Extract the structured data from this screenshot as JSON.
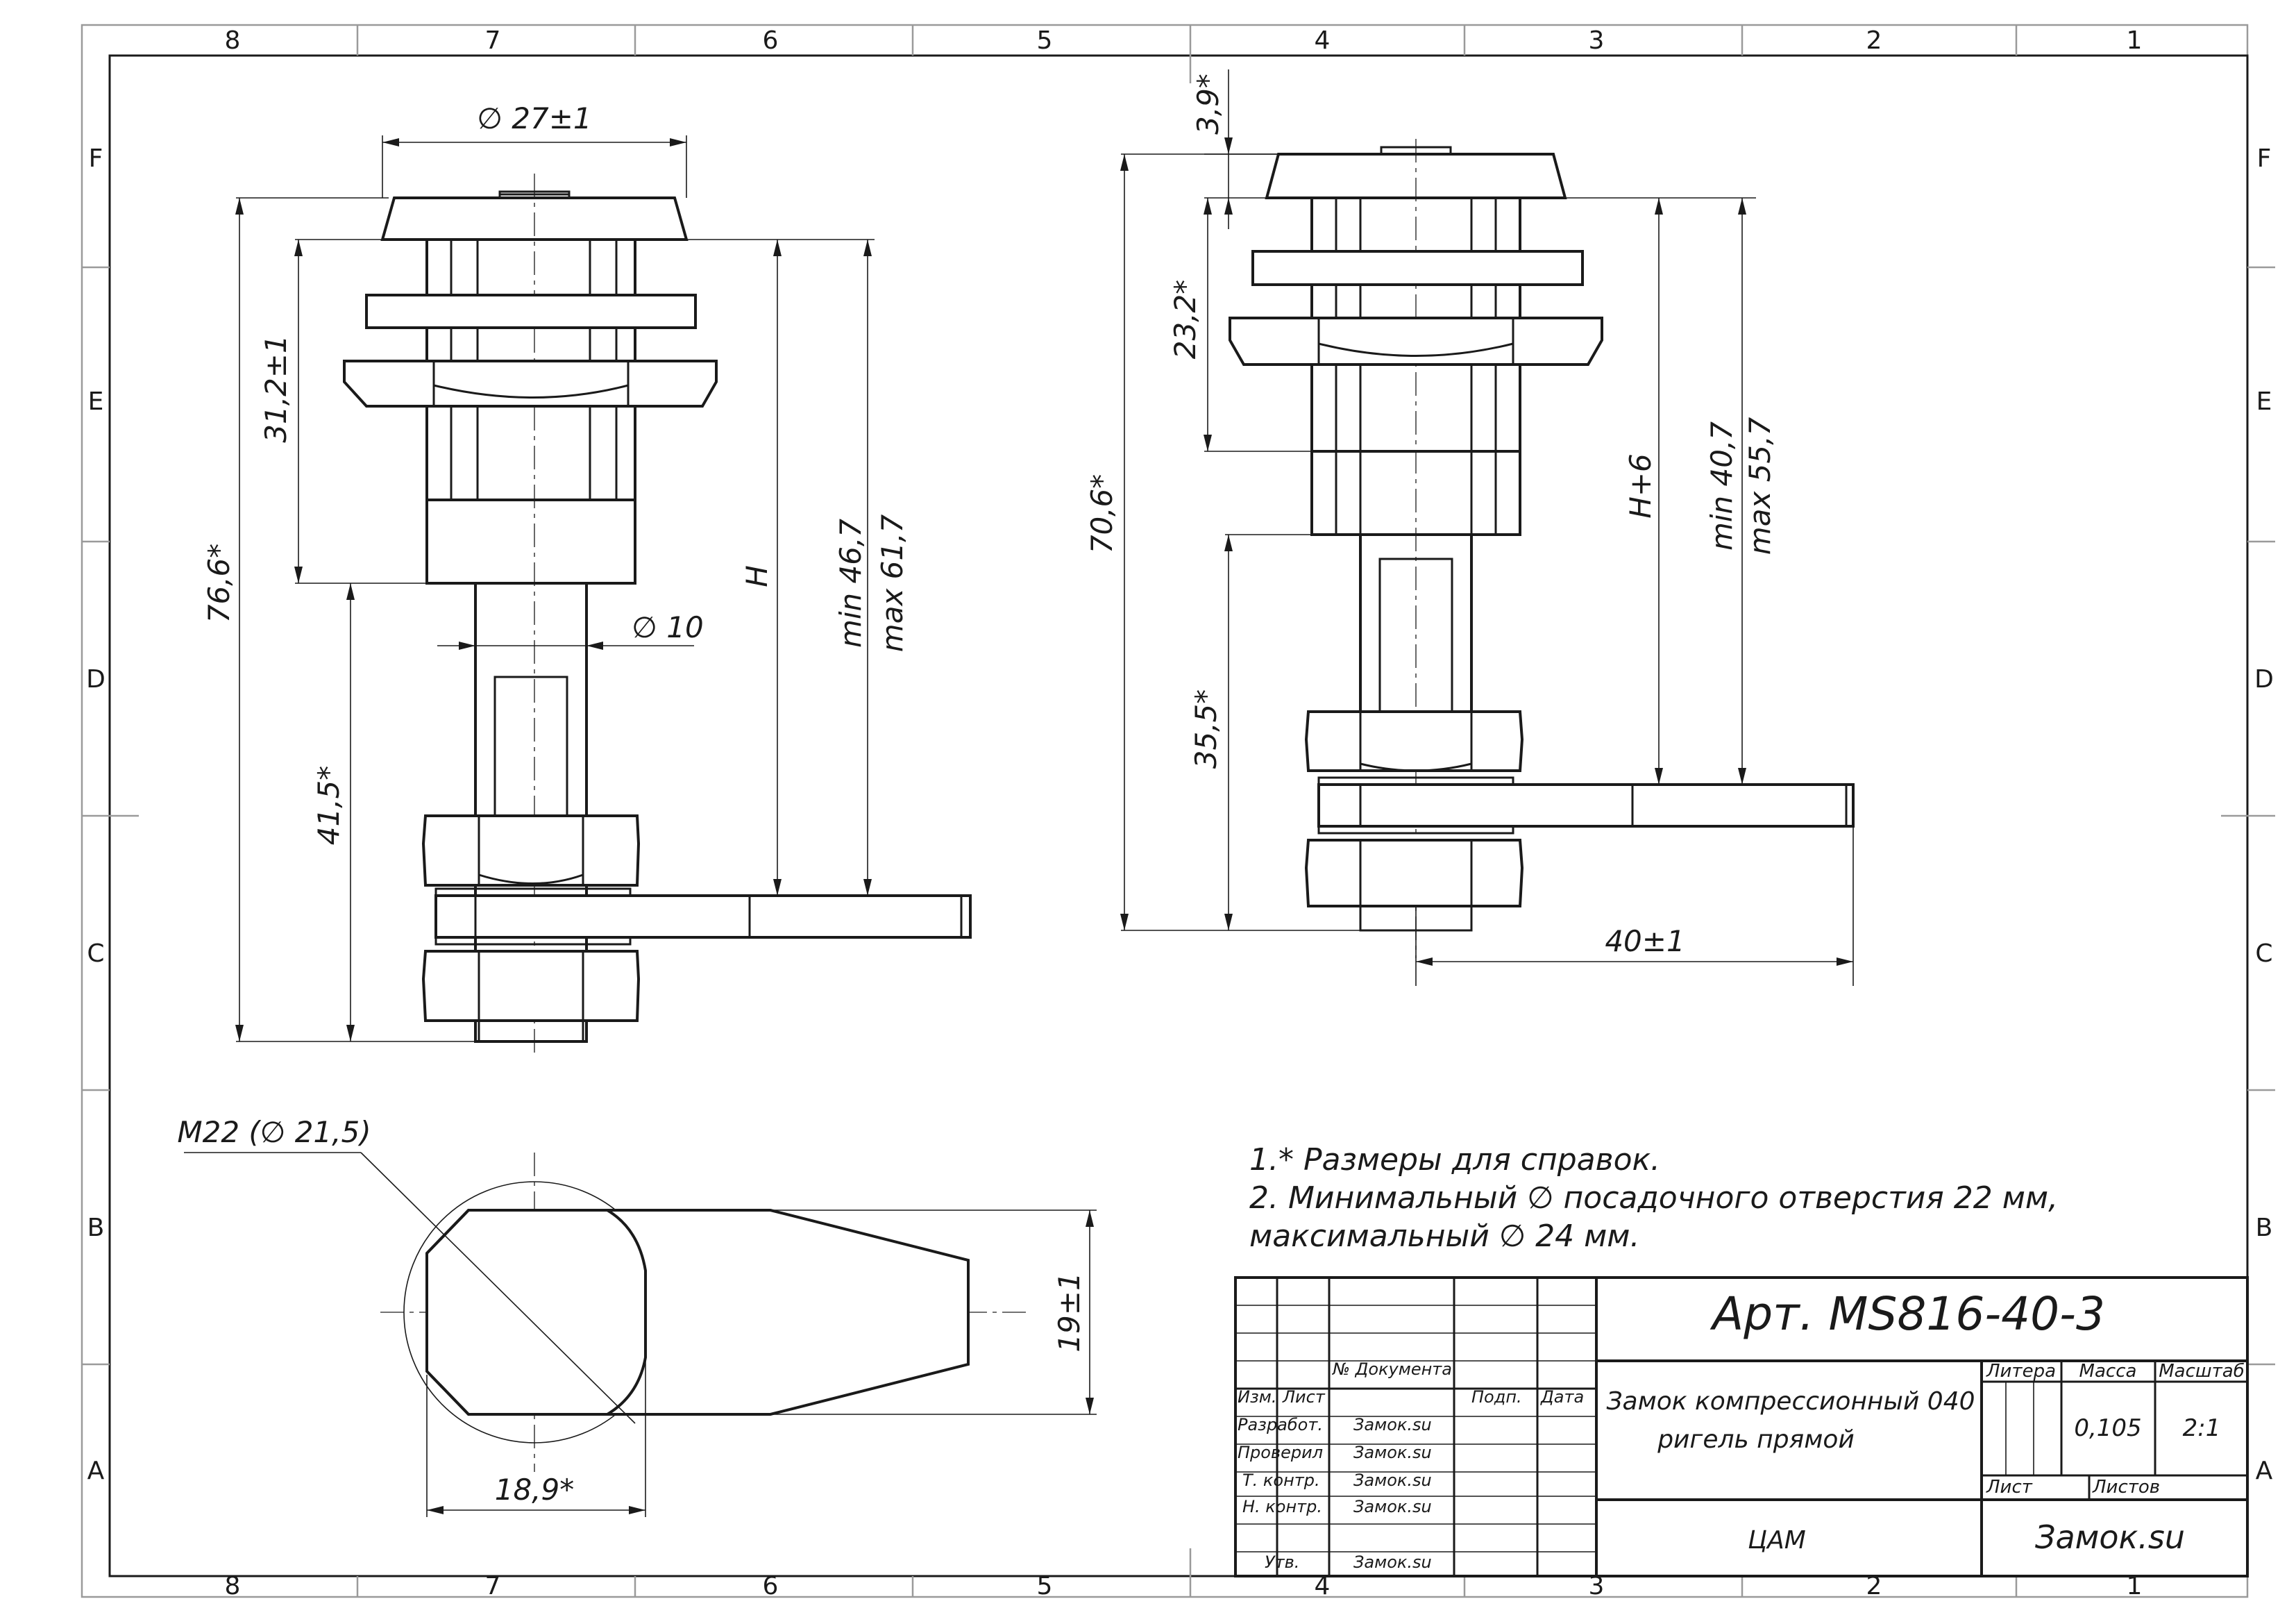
{
  "zones": {
    "columns": [
      "8",
      "7",
      "6",
      "5",
      "4",
      "3",
      "2",
      "1"
    ],
    "rows": [
      "F",
      "E",
      "D",
      "C",
      "B",
      "A"
    ]
  },
  "view1": {
    "dims": {
      "d_top": "∅ 27±1",
      "h_total": "76,6*",
      "h_upper": "31,2±1",
      "h_lower": "41,5*",
      "H": "H",
      "min": "min 46,7",
      "max": "max 61,7",
      "shaft": "∅ 10"
    }
  },
  "view2": {
    "dims": {
      "top": "3,9*",
      "upper": "23,2*",
      "total": "70,6*",
      "lower": "35,5*",
      "Hplus": "H+6",
      "min": "min 40,7",
      "max": "max 55,7",
      "length": "40±1"
    }
  },
  "view3": {
    "dims": {
      "thread": "M22 (∅ 21,5)",
      "height": "19±1",
      "width": "18,9*"
    }
  },
  "notes": [
    "1.* Размеры для справок.",
    "2. Минимальный ∅ посадочного отверстия 22 мм,",
    "максимальный ∅  24 мм."
  ],
  "title_block": {
    "article": "Арт. MS816-40-3",
    "name_line1": "Замок компрессионный 040",
    "name_line2": "ригель прямой",
    "cam": "ЦАМ",
    "company": "Замок.su",
    "h_doc": "№ Документа",
    "h_izm": "Изм.",
    "h_list": "Лист",
    "h_podp": "Подп.",
    "h_data": "Дата",
    "roles": [
      {
        "role": "Разработ.",
        "name": "Замок.su"
      },
      {
        "role": "Проверил",
        "name": "Замок.su"
      },
      {
        "role": "Т. контр.",
        "name": "Замок.su"
      },
      {
        "role": "Н. контр.",
        "name": "Замок.su"
      },
      {
        "role": "Утв.",
        "name": "Замок.su"
      }
    ],
    "h_litera": "Литера",
    "h_massa": "Масса",
    "h_masshtab": "Масштаб",
    "massa": "0,105",
    "masshtab": "2:1",
    "h_sheet": "Лист",
    "h_sheets": "Листов"
  }
}
